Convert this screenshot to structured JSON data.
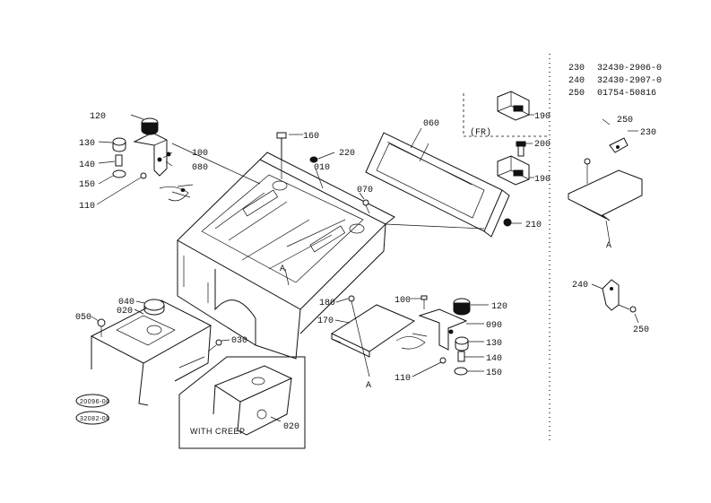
{
  "parts_table": [
    {
      "ref": "230",
      "part_no": "32430-2906-0"
    },
    {
      "ref": "240",
      "part_no": "32430-2907-0"
    },
    {
      "ref": "250",
      "part_no": "01754-50816"
    }
  ],
  "labels": {
    "p120a": "120",
    "p130a": "130",
    "p140a": "140",
    "p150a": "150",
    "p110a": "110",
    "p100a": "100",
    "p080": "080",
    "p160": "160",
    "p220": "220",
    "p010": "010",
    "p070": "070",
    "p060": "060",
    "p190a": "190",
    "p200": "200",
    "p190b": "190",
    "p210": "210",
    "p040": "040",
    "p050": "050",
    "p020a": "020",
    "p030": "030",
    "p020b": "020",
    "p180": "180",
    "p170": "170",
    "p100b": "100",
    "p120b": "120",
    "p090": "090",
    "p130b": "130",
    "p140b": "140",
    "p150b": "150",
    "p110b": "110",
    "p250a": "250",
    "p230": "230",
    "p240": "240",
    "p250b": "250",
    "mark_a1": "A",
    "mark_a2": "A",
    "mark_a3": "A",
    "fr": "(FR)",
    "with_creep": "WITH CREEP",
    "stamp1": "20096-00",
    "stamp2": "32082-00"
  }
}
